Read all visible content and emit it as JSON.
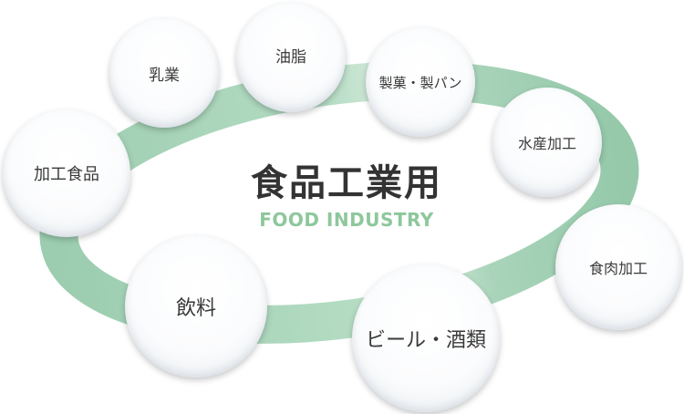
{
  "center": {
    "title": "食品工業用",
    "subtitle": "FOOD INDUSTRY"
  },
  "colors": {
    "ring": "#9ccdb0",
    "ring_light": "#c9e6d3",
    "subtitle": "#8ec79c",
    "text": "#3a3a3a"
  },
  "categories": [
    {
      "id": "nyugyo",
      "label": "乳業"
    },
    {
      "id": "yushi",
      "label": "油脂"
    },
    {
      "id": "seika",
      "label": "製菓・製パン"
    },
    {
      "id": "suisan",
      "label": "水産加工"
    },
    {
      "id": "shokuniku",
      "label": "食肉加工"
    },
    {
      "id": "beer",
      "label": "ビール・酒類"
    },
    {
      "id": "inryo",
      "label": "飲料"
    },
    {
      "id": "kakou",
      "label": "加工食品"
    }
  ]
}
